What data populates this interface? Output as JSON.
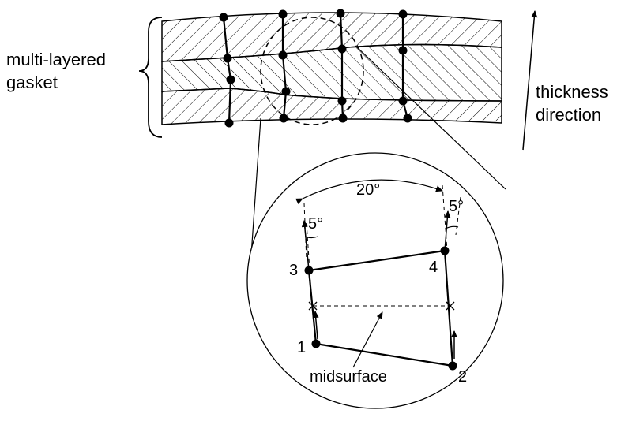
{
  "labels": {
    "gasket_line1": "multi-layered",
    "gasket_line2": "gasket",
    "thickness_line1": "thickness",
    "thickness_line2": "direction",
    "angle_top": "20°",
    "angle_left": "5°",
    "angle_right": "5°",
    "node_1": "1",
    "node_2": "2",
    "node_3": "3",
    "node_4": "4",
    "midsurface": "midsurface"
  },
  "colors": {
    "line": "#000000",
    "background": "#ffffff"
  }
}
